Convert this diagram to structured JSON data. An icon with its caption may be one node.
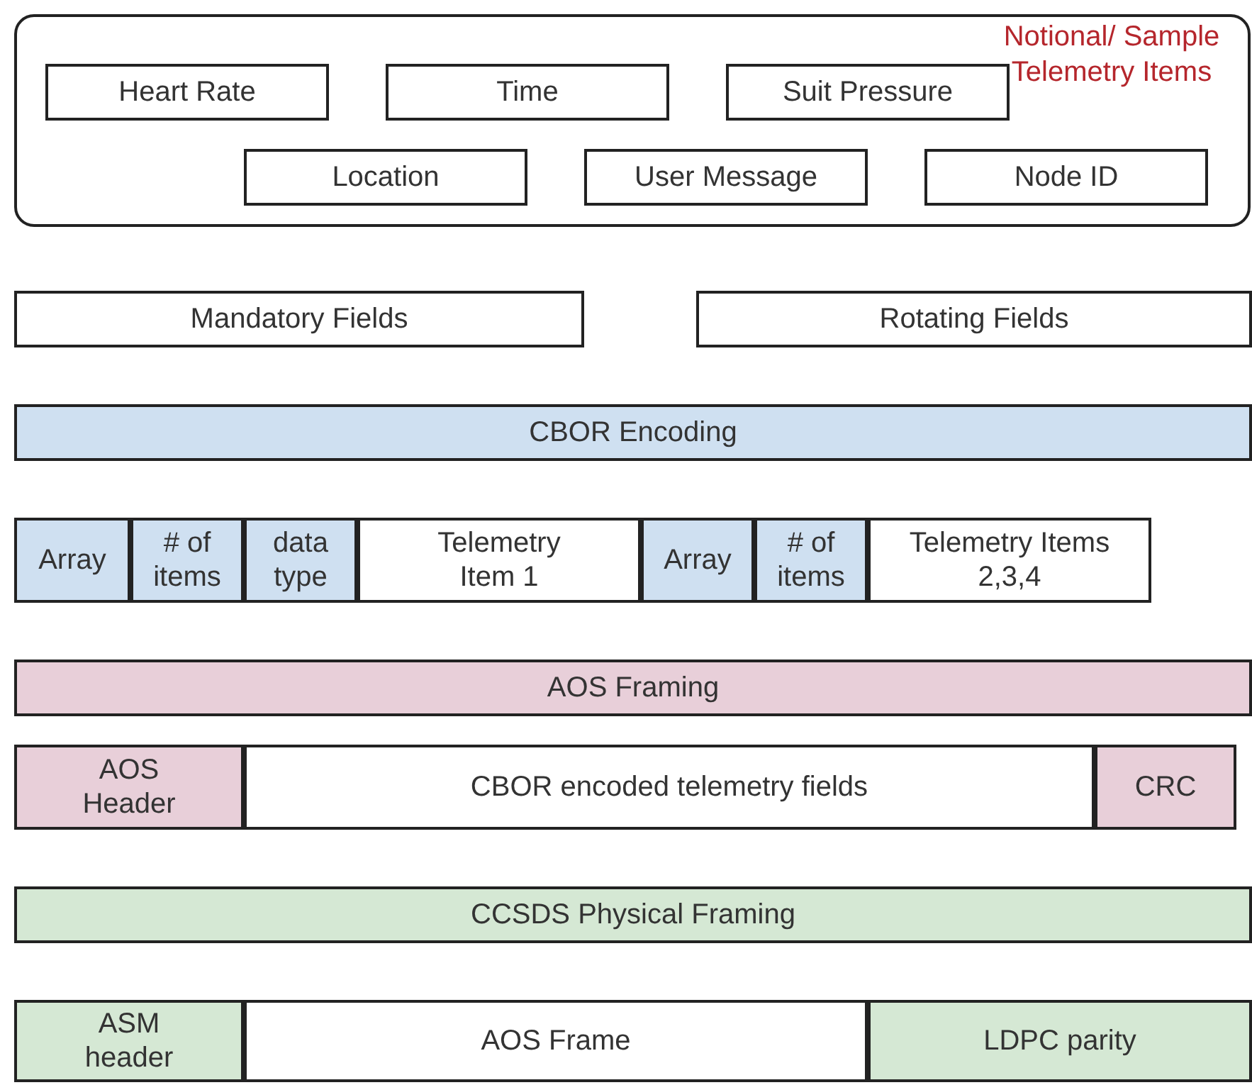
{
  "diagram": {
    "nodes": [
      {
        "text": [
          "Notional/ Sample Telemetry Items"
        ]
      },
      {
        "text": [
          "Heart Rate"
        ],
        "in": 0
      },
      {
        "text": [
          "Time"
        ],
        "in": 0
      },
      {
        "text": [
          "Suit Pressure"
        ],
        "in": 0
      },
      {
        "text": [
          "Location"
        ],
        "in": 0
      },
      {
        "text": [
          "User Message"
        ],
        "in": 0
      },
      {
        "text": [
          "Node ID"
        ],
        "in": 0
      },
      {
        "text": [
          "Mandatory Fields"
        ]
      },
      {
        "text": [
          "Rotating Fields"
        ]
      },
      {
        "text": [
          "CBOR Encoding"
        ]
      },
      {
        "text": [
          "Array"
        ]
      },
      {
        "text": [
          "# of items"
        ]
      },
      {
        "text": [
          "data type"
        ]
      },
      {
        "text": [
          "Telemetry Item 1"
        ]
      },
      {
        "text": [
          "Array"
        ]
      },
      {
        "text": [
          "# of items"
        ]
      },
      {
        "text": [
          "Telemetry Items 2,3,4"
        ]
      },
      {
        "text": [
          "AOS Framing"
        ]
      },
      {
        "text": [
          "AOS Header"
        ]
      },
      {
        "text": [
          "CBOR encoded telemetry fields"
        ]
      },
      {
        "text": [
          "CRC"
        ]
      },
      {
        "text": [
          "CCSDS Physical Framing"
        ]
      },
      {
        "text": [
          "ASM header"
        ]
      },
      {
        "text": [
          "AOS Frame"
        ]
      },
      {
        "text": [
          "LDPC parity"
        ]
      }
    ]
  }
}
